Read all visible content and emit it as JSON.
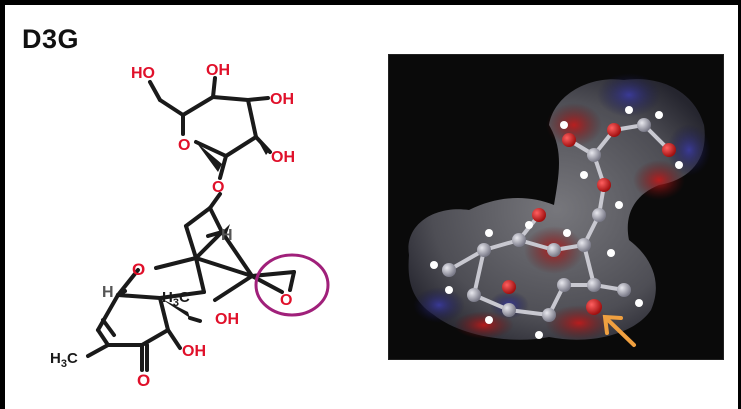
{
  "title": "D3G",
  "colors": {
    "bond": "#1a1a1a",
    "heteroatom_label": "#e0102a",
    "epoxide_highlight": "#a0207a",
    "arrow": "#f0a040",
    "panel_background": "#0a0a0a"
  },
  "structure": {
    "labels": {
      "ho_top": "HO",
      "oh_top": "OH",
      "oh_right": "OH",
      "oh_ring": "OH",
      "ring_o": "O",
      "link_o": "O",
      "pyran_o": "O",
      "h_upper": "H",
      "h_left": "H",
      "h3c_mid": "H3C",
      "oh_ch2": "OH",
      "oh_lower": "OH",
      "h3c_left": "H3C",
      "ketone_o": "O",
      "epoxide_o": "O"
    }
  },
  "model_panel": {
    "icons": [
      "space-filling-surface",
      "ball-and-stick-model",
      "orange-arrow-icon"
    ]
  }
}
